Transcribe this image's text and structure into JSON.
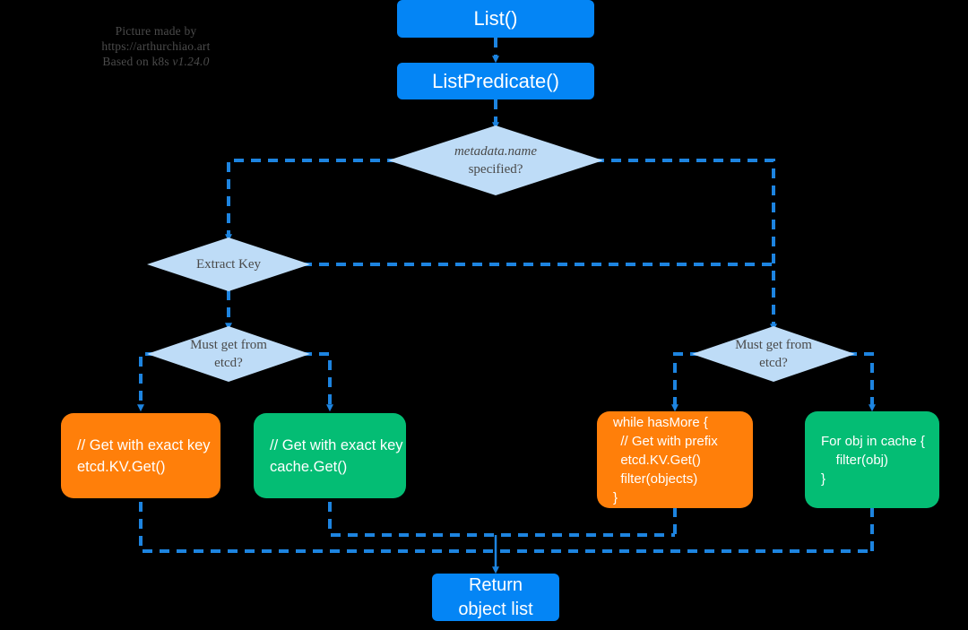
{
  "meta": {
    "background_color": "#000000",
    "palette": {
      "blue": "#0485f5",
      "orange": "#ff7f0a",
      "green": "#04bd74",
      "diamond_fill": "#bedcf7",
      "diamond_text": "#4a4a4a",
      "edge": "#1d84e0",
      "watermark": "#4b4b4b"
    }
  },
  "watermark": {
    "line1": "Picture made by",
    "line2": "https://arthurchiao.art",
    "line3_prefix": "Based on k8s ",
    "line3_version": "v1.24.0"
  },
  "nodes": {
    "list": {
      "label": "List()"
    },
    "list_predicate": {
      "label": "ListPredicate()"
    },
    "metadata_name_check": {
      "line1": "metadata.name",
      "line2": "specified?"
    },
    "extract_key": {
      "line1": "Extract Key"
    },
    "must_get_etcd_left": {
      "line1": "Must get from",
      "line2": "etcd?"
    },
    "must_get_etcd_right": {
      "line1": "Must get from",
      "line2": "etcd?"
    },
    "etcd_exact_key": {
      "line1": "// Get with exact key",
      "line2": "etcd.KV.Get()"
    },
    "cache_exact_key": {
      "line1": "// Get with exact key",
      "line2": "cache.Get()"
    },
    "etcd_prefix_loop": {
      "line1": "while hasMore {",
      "line2": "  // Get with prefix",
      "line3": "  etcd.KV.Get()",
      "line4": "  filter(objects)",
      "line5": "}"
    },
    "cache_loop": {
      "line1": "For obj in cache {",
      "line2": "    filter(obj)",
      "line3": "}"
    },
    "return": {
      "line1": "Return",
      "line2": "object list"
    }
  },
  "edges": [
    {
      "name": "list-to-listpredicate",
      "from": "list",
      "to": "list_predicate"
    },
    {
      "name": "listpredicate-to-metadata-check",
      "from": "list_predicate",
      "to": "metadata_name_check"
    },
    {
      "name": "metadata-check-left-to-extract-key",
      "from": "metadata_name_check",
      "to": "extract_key"
    },
    {
      "name": "metadata-check-right-to-must-get-etcd-right",
      "from": "metadata_name_check",
      "to": "must_get_etcd_right"
    },
    {
      "name": "extract-key-to-must-get-etcd-left",
      "from": "extract_key",
      "to": "must_get_etcd_left"
    },
    {
      "name": "extract-key-right-to-must-get-etcd-right",
      "from": "extract_key",
      "to": "must_get_etcd_right"
    },
    {
      "name": "must-get-etcd-left-yes-to-etcd-exact-key",
      "from": "must_get_etcd_left",
      "to": "etcd_exact_key"
    },
    {
      "name": "must-get-etcd-left-no-to-cache-exact-key",
      "from": "must_get_etcd_left",
      "to": "cache_exact_key"
    },
    {
      "name": "must-get-etcd-right-yes-to-etcd-prefix-loop",
      "from": "must_get_etcd_right",
      "to": "etcd_prefix_loop"
    },
    {
      "name": "must-get-etcd-right-no-to-cache-loop",
      "from": "must_get_etcd_right",
      "to": "cache_loop"
    },
    {
      "name": "etcd-exact-key-to-return",
      "from": "etcd_exact_key",
      "to": "return"
    },
    {
      "name": "cache-exact-key-to-return",
      "from": "cache_exact_key",
      "to": "return"
    },
    {
      "name": "etcd-prefix-loop-to-return",
      "from": "etcd_prefix_loop",
      "to": "return"
    },
    {
      "name": "cache-loop-to-return",
      "from": "cache_loop",
      "to": "return"
    }
  ]
}
